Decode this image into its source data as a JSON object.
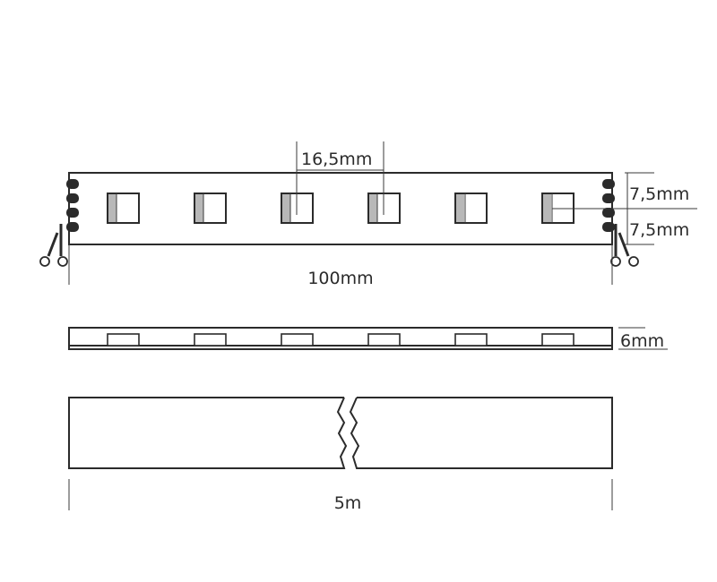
{
  "dimensions": {
    "led_spacing": "16,5mm",
    "cut_length": "100mm",
    "half_width_top": "7,5mm",
    "half_width_bottom": "7,5mm",
    "height": "6mm",
    "total_length": "5m"
  },
  "icons": {
    "cut_mark": "scissors-icon",
    "break": "zigzag-break-icon"
  },
  "led_count": 6,
  "colors": {
    "line": "#2b2b2b",
    "chip": "#b8b8b8"
  }
}
